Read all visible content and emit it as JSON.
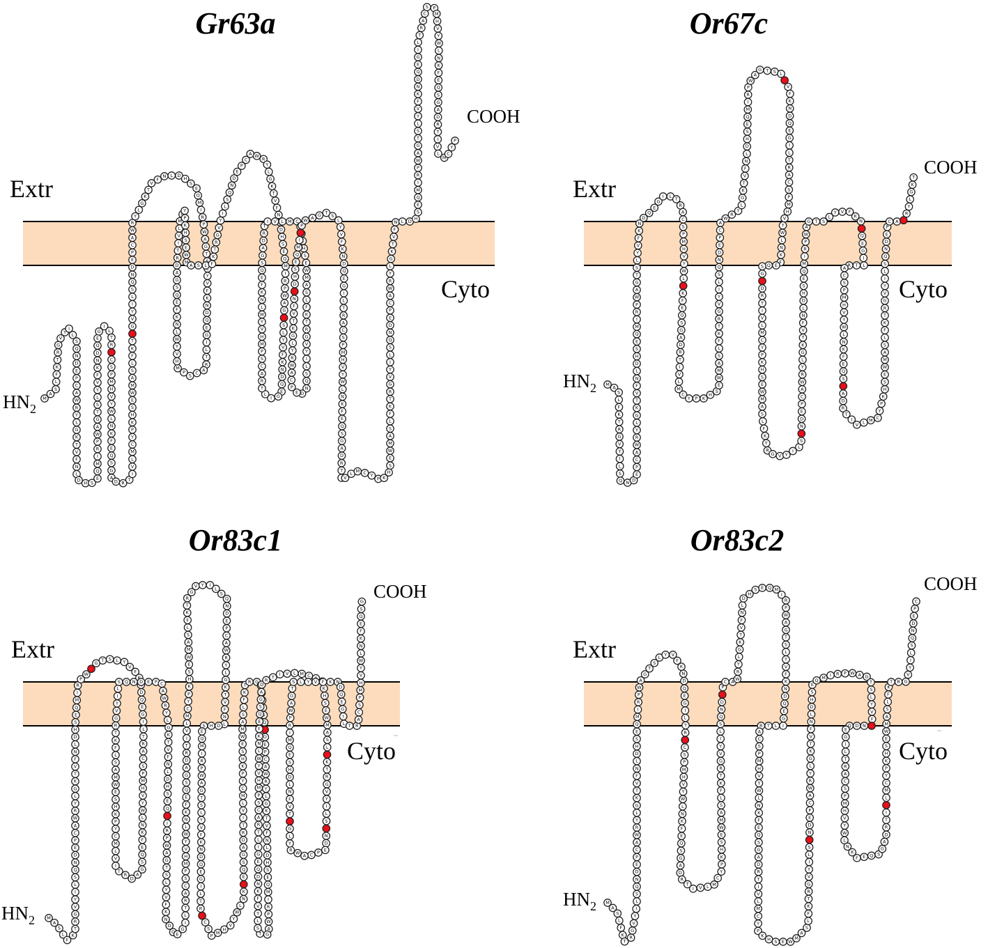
{
  "diagram": {
    "residue_letters": "MASLFKTRGVYILSQNDEPCAWRYLGKTVFNLDHSEQMIRPWAGTSLYVFKNDQEGILTRACSPMHVYWLNKFEQSGADRTIVLMCYPKHSEW",
    "panels": [
      {
        "id": "gr63a",
        "title": "Gr63a",
        "extr_label": "Extr",
        "cyto_label": "Cyto",
        "n_term": "HN",
        "n_term_sub": "2",
        "c_term": "COOH"
      },
      {
        "id": "or67c",
        "title": "Or67c",
        "extr_label": "Extr",
        "cyto_label": "Cyto",
        "n_term": "HN",
        "n_term_sub": "2",
        "c_term": "COOH"
      },
      {
        "id": "or83c1",
        "title": "Or83c1",
        "extr_label": "Extr",
        "cyto_label": "Cyto",
        "n_term": "HN",
        "n_term_sub": "2",
        "c_term": "COOH"
      },
      {
        "id": "or83c2",
        "title": "Or83c2",
        "extr_label": "Extr",
        "cyto_label": "Cyto",
        "n_term": "HN",
        "n_term_sub": "2",
        "c_term": "COOH"
      }
    ]
  }
}
